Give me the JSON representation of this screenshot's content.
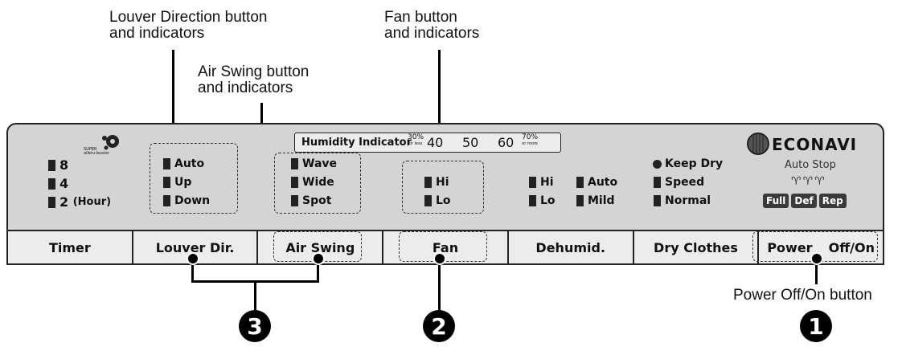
{
  "callouts": {
    "louver": [
      "Louver Direction button",
      "and indicators"
    ],
    "airswing": [
      "Air Swing button",
      "and indicators"
    ],
    "fan": [
      "Fan button",
      "and indicators"
    ],
    "power": "Power Off/On button"
  },
  "numbers": [
    "3",
    "2",
    "1"
  ],
  "timer_indicators": [
    "8",
    "4",
    "2"
  ],
  "timer_unit": "(Hour)",
  "super_logo": [
    "SUPER",
    "alleru-buster"
  ],
  "louver_indicators": [
    "Auto",
    "Up",
    "Down"
  ],
  "airswing_indicators": [
    "Wave",
    "Wide",
    "Spot"
  ],
  "humidity": {
    "title": "Humidity Indicator",
    "low_pct": "30%",
    "low_note": "or less",
    "mid": [
      "40",
      "50",
      "60"
    ],
    "high_pct": "70%",
    "high_note": "or more"
  },
  "fan_indicators": [
    "Hi",
    "Lo"
  ],
  "dehumid_indicators": [
    "Hi",
    "Lo",
    "Auto",
    "Mild"
  ],
  "dryclothes_indicators": [
    "Keep Dry",
    "Speed",
    "Normal"
  ],
  "econavi": {
    "brand": "ECONAVI",
    "auto_stop": "Auto Stop",
    "tags": [
      "Full",
      "Def",
      "Rep"
    ]
  },
  "buttons": {
    "timer": "Timer",
    "louver": "Louver Dir.",
    "airswing": "Air Swing",
    "fan": "Fan",
    "dehumid": "Dehumid.",
    "dryclothes": "Dry Clothes",
    "power_left": "Power",
    "power_right": "Off/On"
  },
  "colors": {
    "panel": "#d4d4d4",
    "buttons": "#ececec",
    "ink": "#111111"
  }
}
